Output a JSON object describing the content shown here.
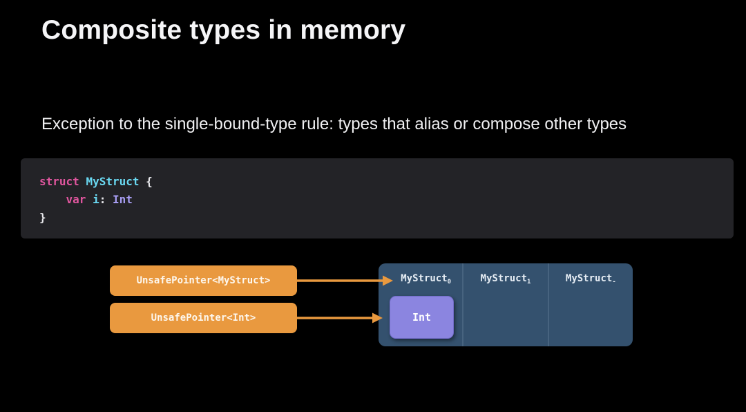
{
  "slide": {
    "title": "Composite types in memory",
    "subtitle": "Exception to the single-bound-type rule: types that alias or compose other types"
  },
  "code": {
    "l1": [
      {
        "t": "struct"
      },
      {
        "t": " "
      },
      {
        "t": "MyStruct"
      },
      {
        "t": " {"
      }
    ],
    "l2": [
      {
        "t": "    "
      },
      {
        "t": "var"
      },
      {
        "t": " "
      },
      {
        "t": "i"
      },
      {
        "t": ": "
      },
      {
        "t": "Int"
      }
    ],
    "l3": [
      {
        "t": "}"
      }
    ]
  },
  "diagram": {
    "pointers": [
      {
        "label": "UnsafePointer<MyStruct>"
      },
      {
        "label": "UnsafePointer<Int>"
      }
    ],
    "memory": {
      "cells": [
        {
          "base": "MyStruct",
          "sub": "0"
        },
        {
          "base": "MyStruct",
          "sub": "1"
        },
        {
          "base": "MyStruct",
          "sub": "-"
        }
      ],
      "int_label": "Int"
    },
    "colors": {
      "pointer_orange": "#e9993f",
      "arrow_orange": "#e9993f",
      "memory_blue": "#34516e",
      "int_purple": "#8b85e0",
      "keyword_pink": "#e1569f",
      "type_cyan": "#6ad9f2",
      "typeref_purple": "#a79df2",
      "code_background": "#232327"
    }
  }
}
